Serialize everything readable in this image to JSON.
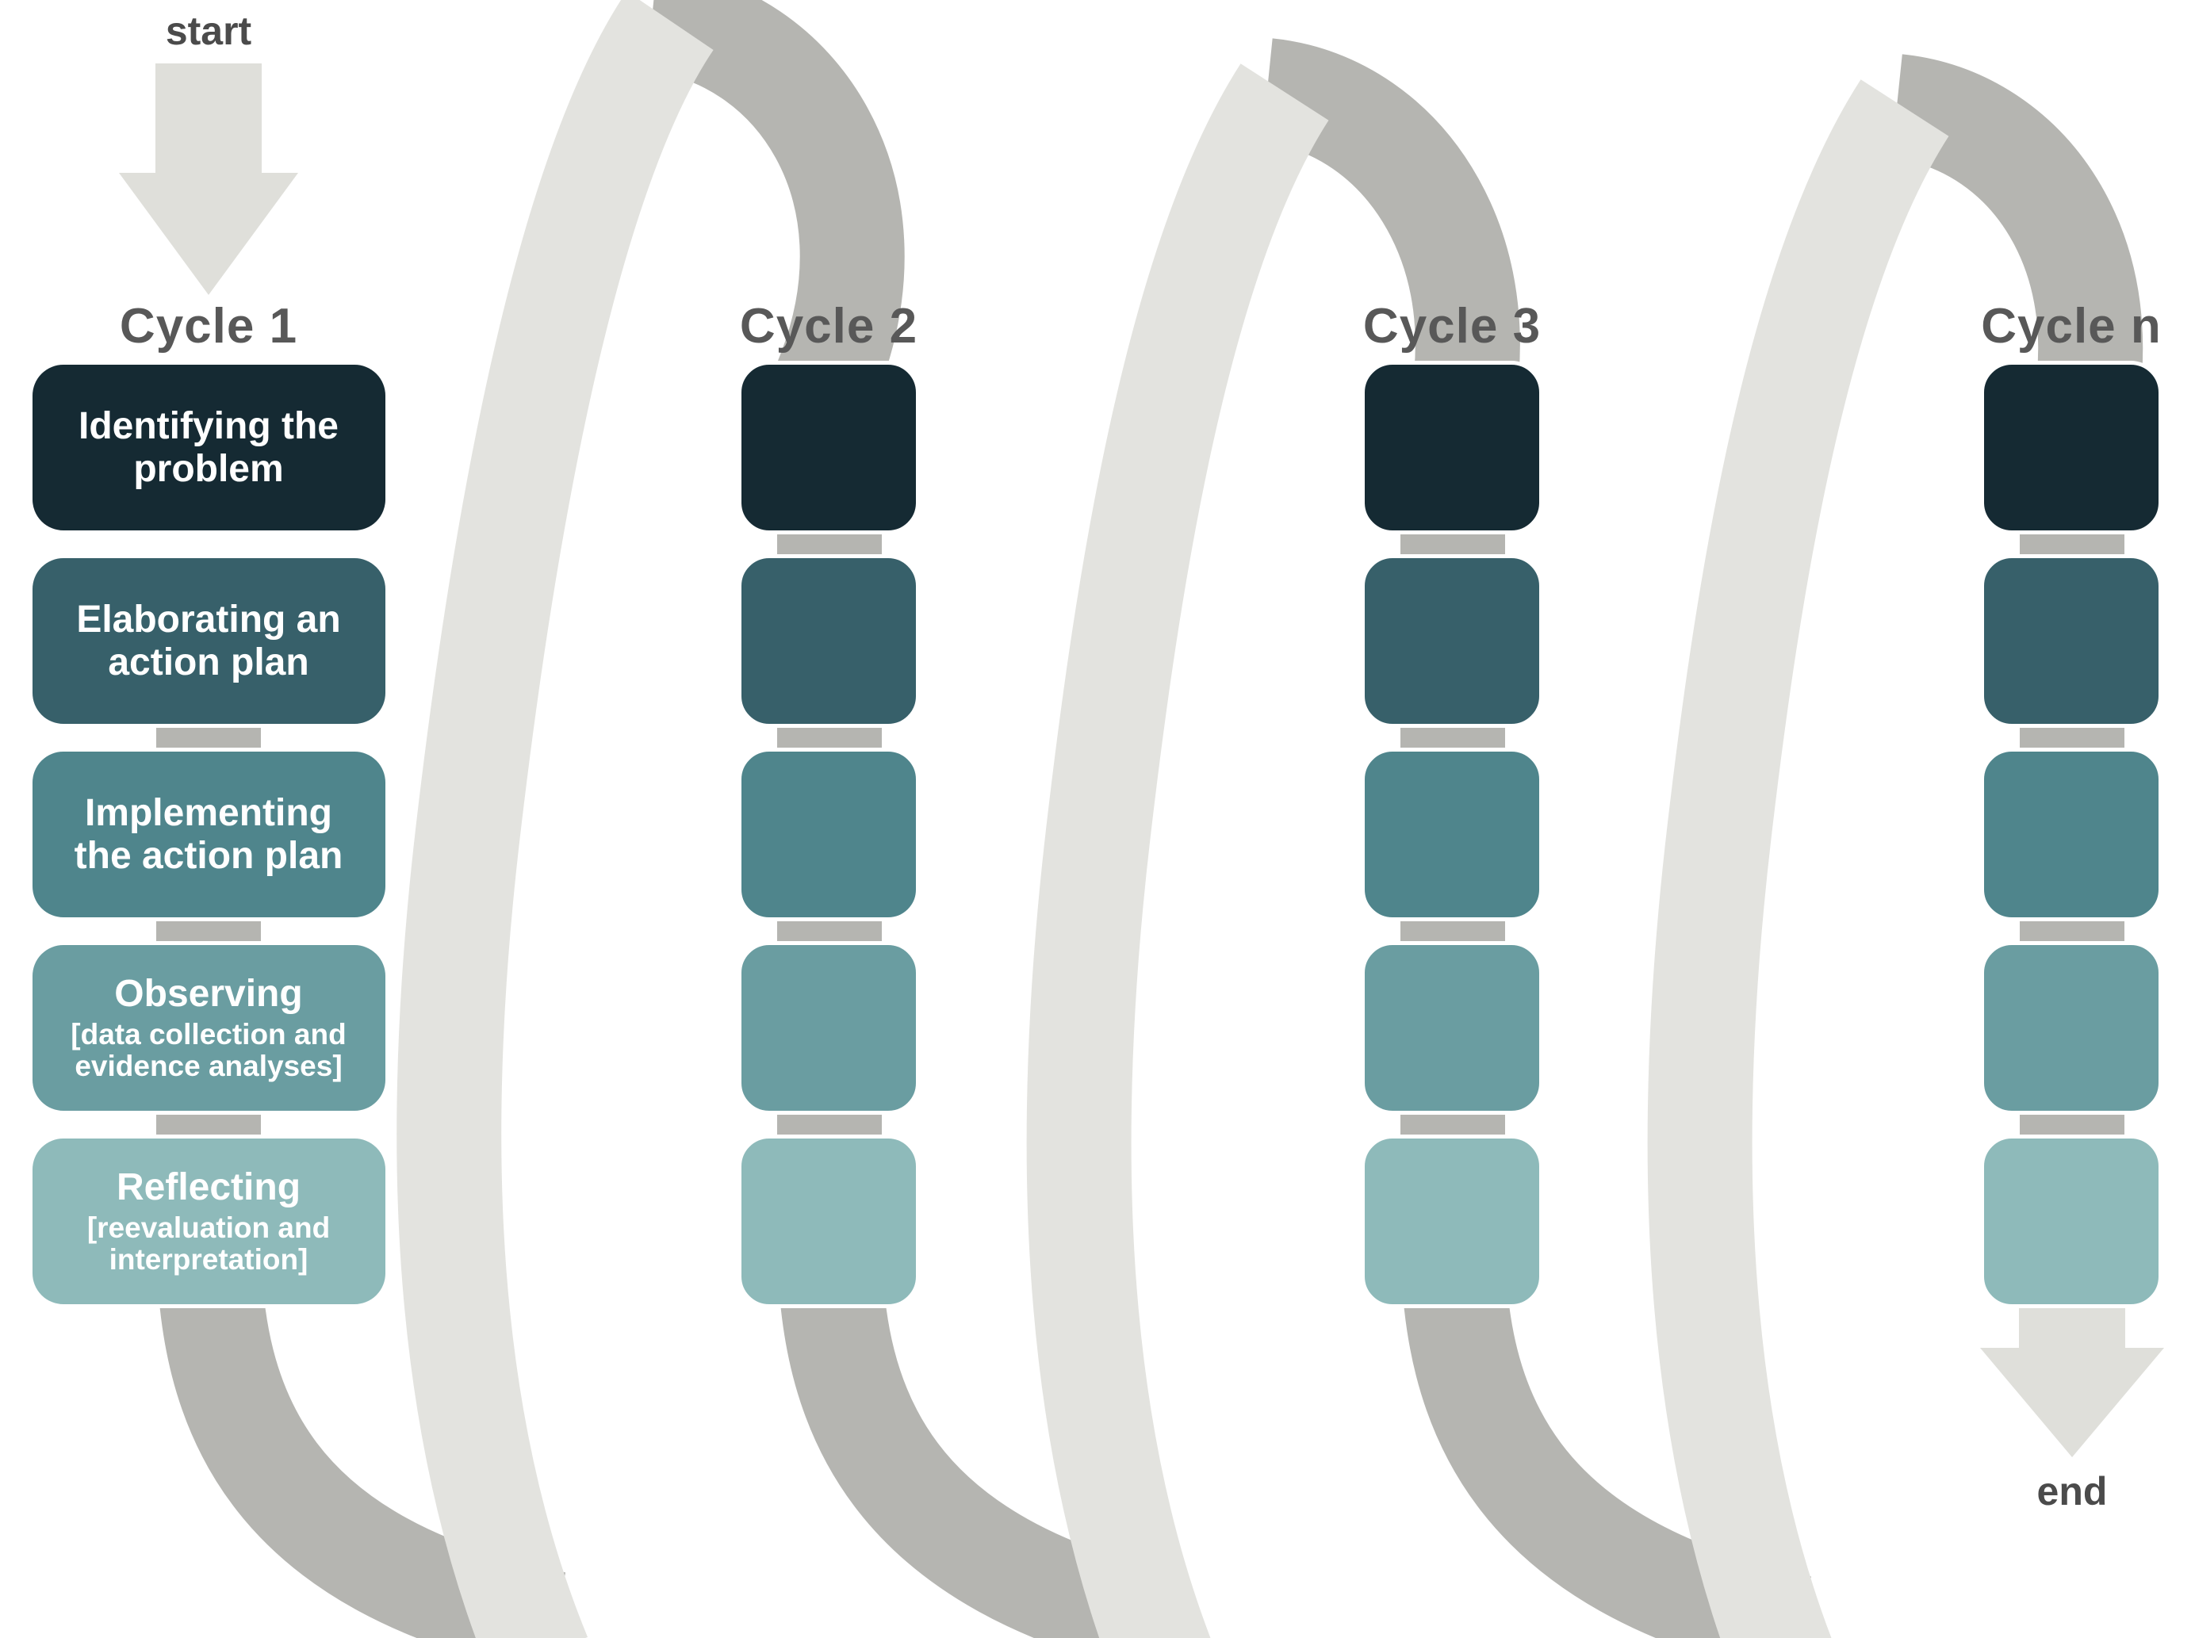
{
  "diagram": {
    "flow": {
      "start_label": "start",
      "end_label": "end"
    },
    "cycles": [
      {
        "title": "Cycle 1",
        "labeled": true
      },
      {
        "title": "Cycle 2",
        "labeled": false
      },
      {
        "title": "Cycle 3",
        "labeled": false
      },
      {
        "title": "Cycle n",
        "labeled": false
      }
    ],
    "steps": [
      {
        "label": "Identifying the\nproblem",
        "sub": "",
        "color": "#152a33"
      },
      {
        "label": "Elaborating an\naction plan",
        "sub": "",
        "color": "#37606a"
      },
      {
        "label": "Implementing\nthe action plan",
        "sub": "",
        "color": "#4f858c"
      },
      {
        "label": "Observing",
        "sub": "[data collection and\nevidence analyses]",
        "color": "#6a9da1"
      },
      {
        "label": "Reflecting",
        "sub": "[reevaluation and\ninterpretation]",
        "color": "#8ebaba"
      }
    ],
    "colors": {
      "ribbon_light": "#e3e3df",
      "ribbon_dark": "#b5b5b1",
      "arrow": "#dfdfda",
      "title_text": "#585858",
      "flow_label_text": "#4b4b4b",
      "box_text": "#ffffff",
      "background": "#ffffff"
    }
  }
}
